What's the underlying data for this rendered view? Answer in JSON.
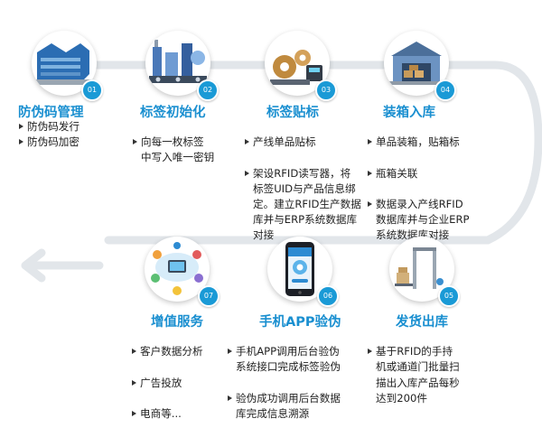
{
  "colors": {
    "accent": "#1a9ad6",
    "title": "#1a8fd0",
    "flow_line": "#e2e6ea"
  },
  "steps": [
    {
      "num": "01",
      "icon": "factory-icon",
      "title": "防伪码管理",
      "items": [
        "防伪码发行",
        "防伪码加密"
      ]
    },
    {
      "num": "02",
      "icon": "production-line-icon",
      "title": "标签初始化",
      "items": [
        "向每一枚标签\n中写入唯一密钥"
      ]
    },
    {
      "num": "03",
      "icon": "gears-reader-icon",
      "title": "标签贴标",
      "items": [
        "产线单品贴标",
        "架设RFID读写器，将\n标签UID与产品信息绑\n定。建立RFID生产数据\n库并与ERP系统数据库\n对接"
      ]
    },
    {
      "num": "04",
      "icon": "warehouse-icon",
      "title": "装箱入库",
      "items": [
        "单品装箱，贴箱标",
        "瓶箱关联",
        "数据录入产线RFID\n数据库并与企业ERP\n系统数据库对接"
      ]
    },
    {
      "num": "05",
      "icon": "rfid-gate-icon",
      "title": "发货出库",
      "items": [
        "基于RFID的手持\n机或通道门批量扫\n描出入库产品每秒\n达到200件"
      ]
    },
    {
      "num": "06",
      "icon": "mobile-phone-icon",
      "title": "手机APP验伪",
      "items": [
        "手机APP调用后台验伪\n系统接口完成标签验伪",
        "验伪成功调用后台数据\n库完成信息溯源"
      ]
    },
    {
      "num": "07",
      "icon": "cloud-network-icon",
      "title": "增值服务",
      "items": [
        "客户数据分析",
        "广告投放",
        "电商等..."
      ]
    }
  ]
}
